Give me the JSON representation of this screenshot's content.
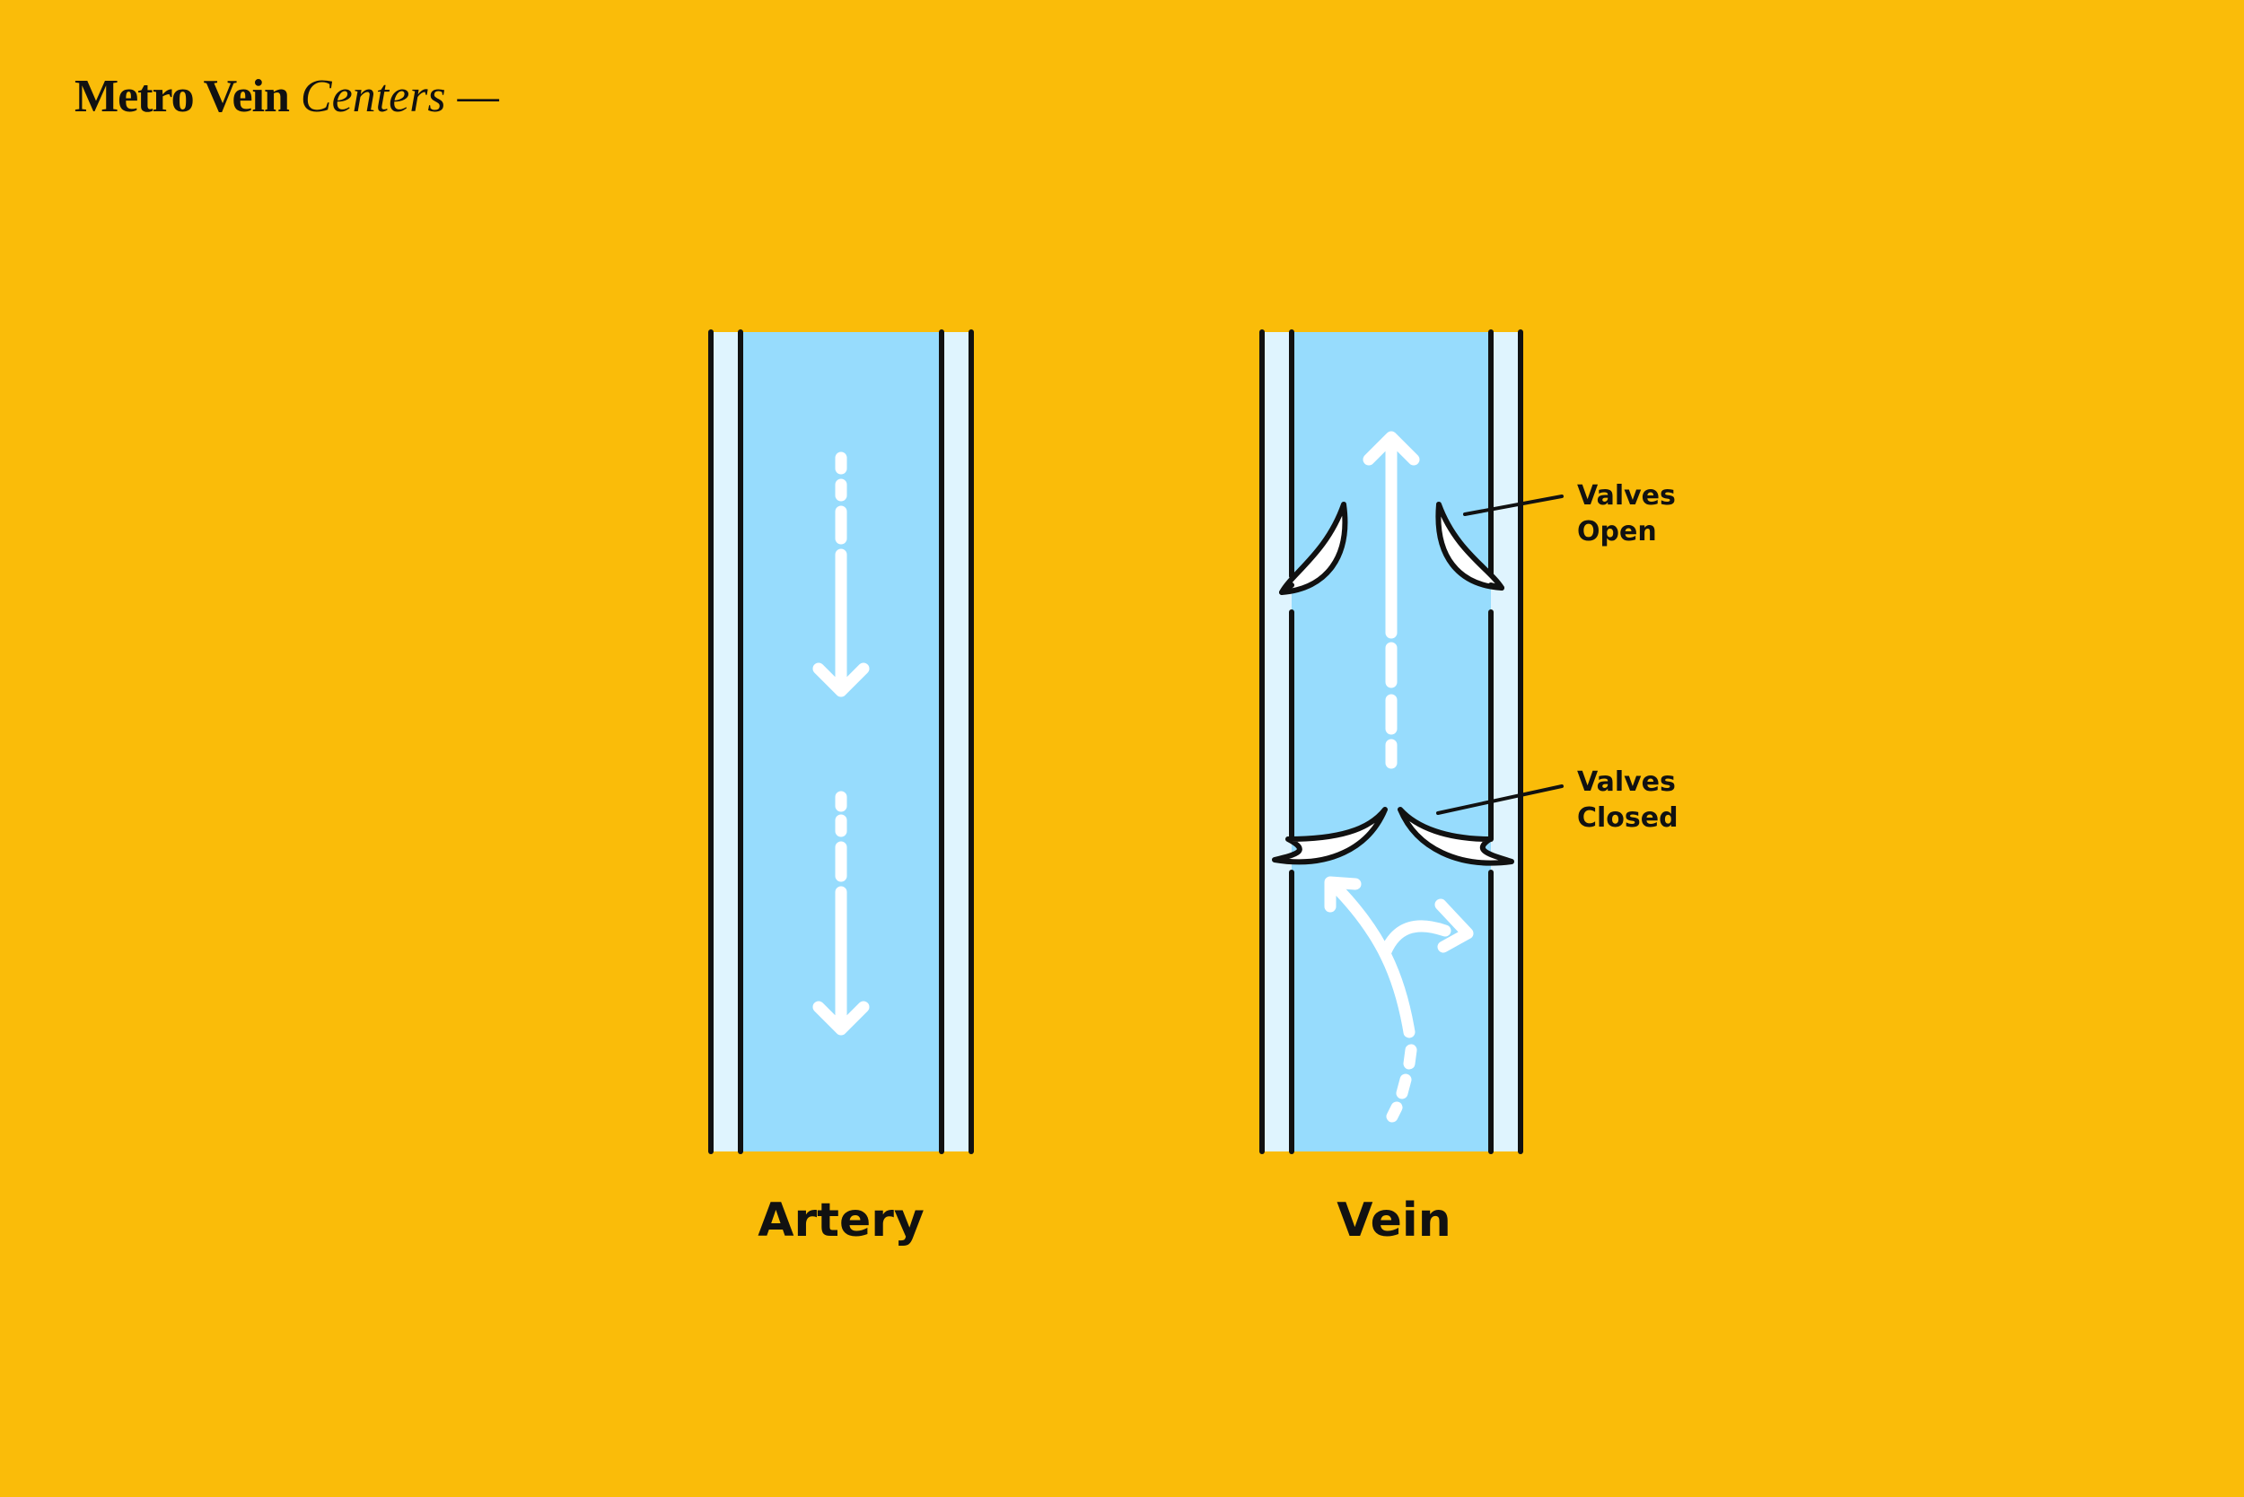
{
  "logo": {
    "brand": "Metro Vein",
    "sub": "Centers —"
  },
  "diagram": {
    "artery_label": "Artery",
    "vein_label": "Vein",
    "valves_open": {
      "line1": "Valves",
      "line2": "Open"
    },
    "valves_closed": {
      "line1": "Valves",
      "line2": "Closed"
    }
  },
  "colors": {
    "background": "#FABC09",
    "blood": "#97DCFD",
    "vessel_wall": "#DFF4FE",
    "outline": "#111111",
    "arrow": "#FFFFFF"
  }
}
